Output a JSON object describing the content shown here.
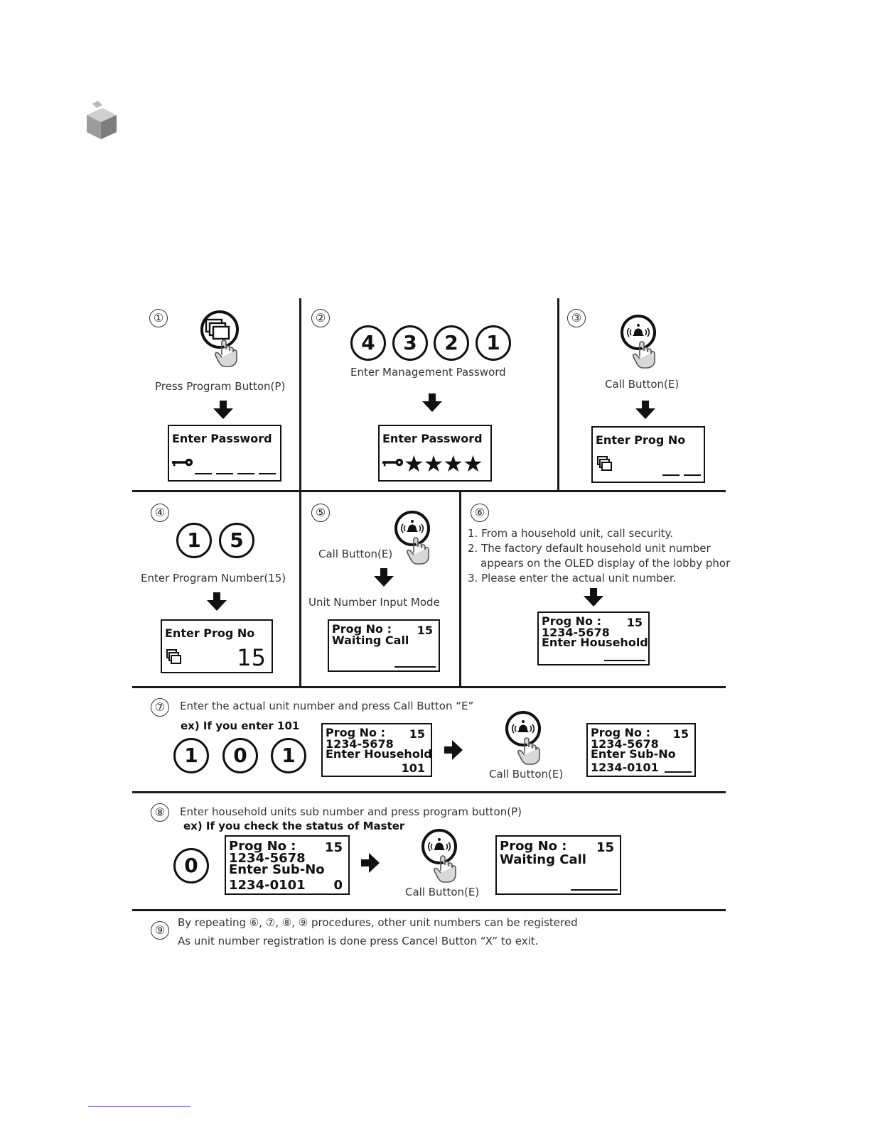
{
  "steps": {
    "s1": {
      "num": "①",
      "caption": "Press Program Button(P)",
      "lcd": {
        "line1": "Enter Password"
      }
    },
    "s2": {
      "num": "②",
      "digits": [
        "4",
        "3",
        "2",
        "1"
      ],
      "caption": "Enter Management Password",
      "lcd": {
        "line1": "Enter Password",
        "stars": "★★★★"
      }
    },
    "s3": {
      "num": "③",
      "caption": "Call Button(E)",
      "lcd": {
        "line1": "Enter Prog No"
      }
    },
    "s4": {
      "num": "④",
      "digits": [
        "1",
        "5"
      ],
      "caption": "Enter Program Number(15)",
      "lcd": {
        "line1": "Enter Prog No",
        "value": "15"
      }
    },
    "s5": {
      "num": "⑤",
      "caption": "Call Button(E)",
      "mode": "Unit Number Input Mode",
      "lcd": {
        "line1": "Prog No :",
        "line1_value": "15",
        "line2": "Waiting Call"
      }
    },
    "s6": {
      "num": "⑥",
      "notes": [
        "1. From a household unit, call security.",
        "2. The factory default household unit number",
        "appears on the OLED display of the lobby phor",
        "3. Please  enter the actual unit number."
      ],
      "lcd": {
        "line1": "Prog No :",
        "line1_value": "15",
        "line2": "1234-5678",
        "line3": "Enter Household"
      }
    },
    "s7": {
      "num": "⑦",
      "instruction": "Enter the actual unit number and press Call Button “E”",
      "example": "ex) If you enter 101",
      "digits": [
        "1",
        "0",
        "1"
      ],
      "lcd_a": {
        "line1": "Prog No :",
        "line1_value": "15",
        "line2": "1234-5678",
        "line3": "Enter Household",
        "value": "101"
      },
      "caption": "Call Button(E)",
      "lcd_b": {
        "line1": "Prog No :",
        "line1_value": "15",
        "line2": "1234-5678",
        "line3": "Enter Sub-No",
        "line4": "1234-0101"
      }
    },
    "s8": {
      "num": "⑧",
      "instruction": "Enter household units sub number and press program button(P)",
      "example": "ex) If you check the status of Master",
      "digits": [
        "0"
      ],
      "lcd_a": {
        "line1": "Prog No :",
        "line1_value": "15",
        "line2": "1234-5678",
        "line3": "Enter Sub-No",
        "line4": "1234-0101",
        "value": "0"
      },
      "caption": "Call Button(E)",
      "lcd_b": {
        "line1": "Prog No :",
        "line1_value": "15",
        "line2": "Waiting Call"
      }
    },
    "s9": {
      "num": "⑨",
      "line1": "By repeating ⑥, ⑦, ⑧, ⑨ procedures, other unit numbers can be registered",
      "line2": "As unit number registration is done press Cancel Button “X” to exit."
    }
  },
  "icons": {
    "header": "cube-icon",
    "program_button": "program-button-icon",
    "call_button": "call-button-icon",
    "arrow": "arrow-icon",
    "key": "key-icon"
  },
  "colors": {
    "ink": "#111111",
    "text": "#333333",
    "footer_link": "#2a3bd8",
    "cube_top": "#cfcfcf",
    "cube_left": "#9c9c9c",
    "cube_right": "#7d7d7d"
  }
}
